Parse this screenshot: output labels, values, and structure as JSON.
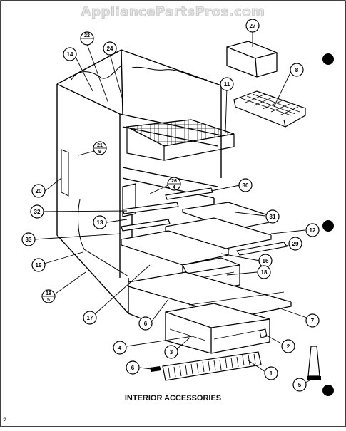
{
  "watermark": "AppliancePartsPros.com",
  "caption": "INTERIOR ACCESSORIES",
  "page_number": "2",
  "callouts": [
    "22",
    "24",
    "27",
    "14",
    "8",
    "11",
    "21",
    "9",
    "20",
    "26",
    "4",
    "30",
    "32",
    "13",
    "31",
    "12",
    "33",
    "29",
    "16",
    "19",
    "18",
    "18",
    "5",
    "17",
    "6",
    "7",
    "4",
    "2",
    "3",
    "6",
    "1",
    "5"
  ]
}
